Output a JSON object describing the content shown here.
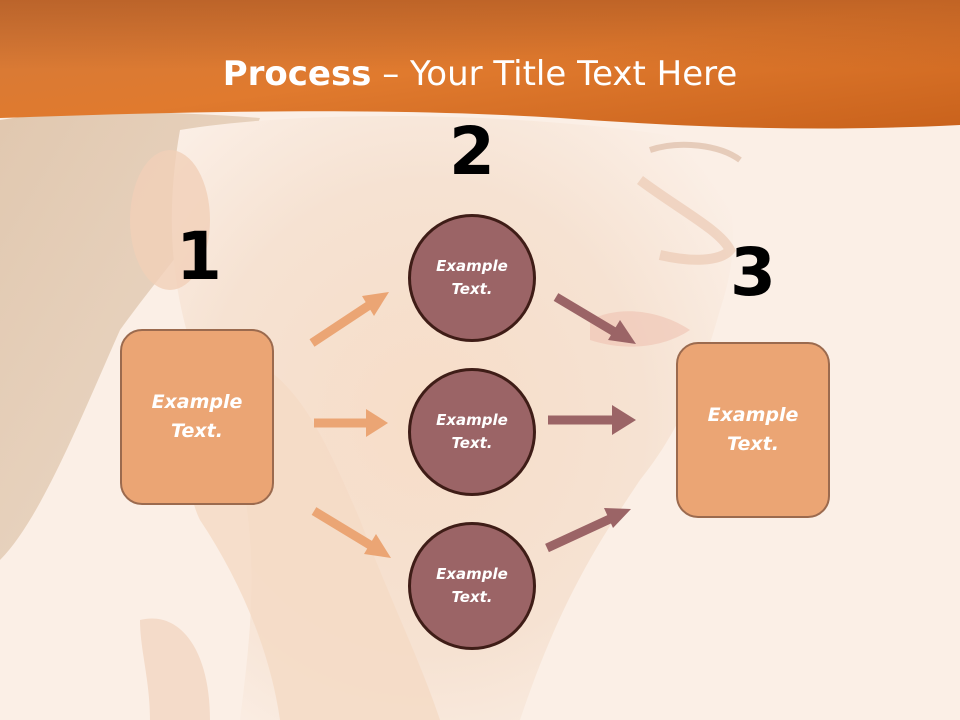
{
  "slide": {
    "title_strong": "Process",
    "title_rest": " – Your Title Text Here"
  },
  "steps": {
    "one": "1",
    "two": "2",
    "three": "3"
  },
  "boxes": {
    "left_text": "Example Text.",
    "right_text": "Example Text."
  },
  "circles": [
    {
      "text": "Example Text."
    },
    {
      "text": "Example Text."
    },
    {
      "text": "Example Text."
    }
  ],
  "colors": {
    "header_orange": "#e07a2e",
    "box_fill": "#eba574",
    "circle_fill": "#9b6466",
    "orange_arrow": "#eba574",
    "mauve_arrow": "#9b6466"
  }
}
